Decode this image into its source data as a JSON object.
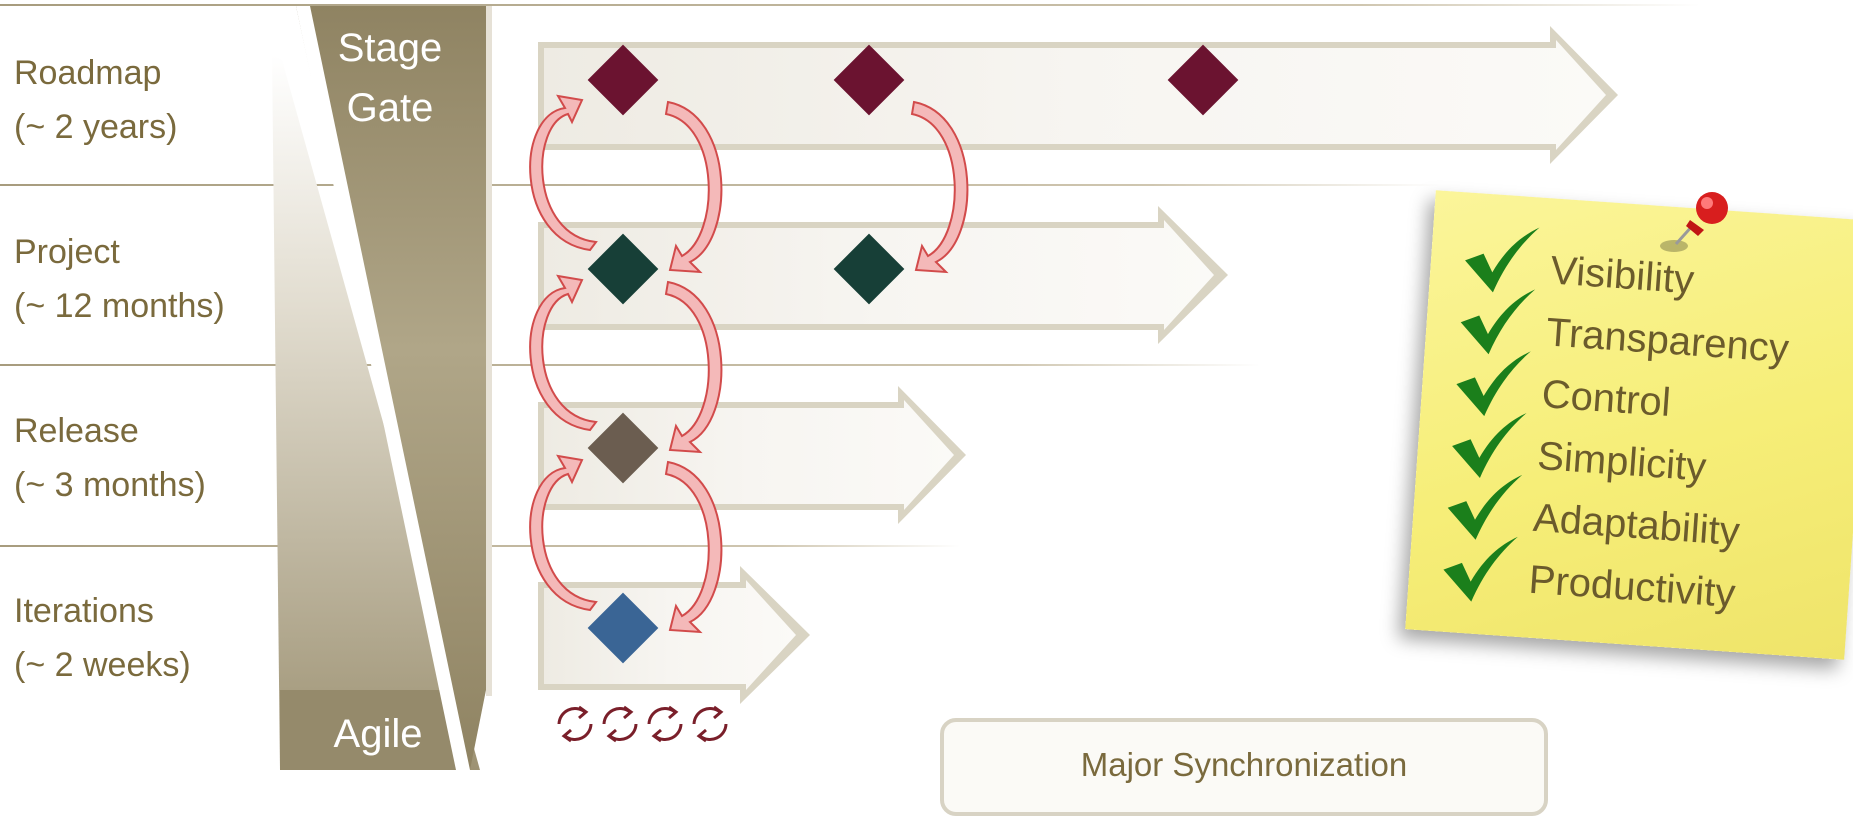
{
  "rows": [
    {
      "title": "Roadmap",
      "duration": "(~ 2 years)"
    },
    {
      "title": "Project",
      "duration": "(~ 12 months)"
    },
    {
      "title": "Release",
      "duration": "(~ 3 months)"
    },
    {
      "title": "Iterations",
      "duration": "(~ 2 weeks)"
    }
  ],
  "wedge": {
    "top_line1": "Stage",
    "top_line2": "Gate",
    "bottom": "Agile"
  },
  "note": {
    "items": [
      "Visibility",
      "Transparency",
      "Control",
      "Simplicity",
      "Adaptability",
      "Productivity"
    ]
  },
  "sync_box": {
    "label": "Major Synchronization"
  },
  "colors": {
    "roadmap_diamond": "#6b1330",
    "project_diamond": "#173f37",
    "release_diamond": "#6b5d50",
    "iteration_diamond": "#3a6595",
    "label_text": "#7a6a3d",
    "wedge": "#948867",
    "curl_arrow": "#f3b7b7",
    "check": "#1b7f1b",
    "note": "#f6ee78",
    "pin": "#d81e1e"
  }
}
